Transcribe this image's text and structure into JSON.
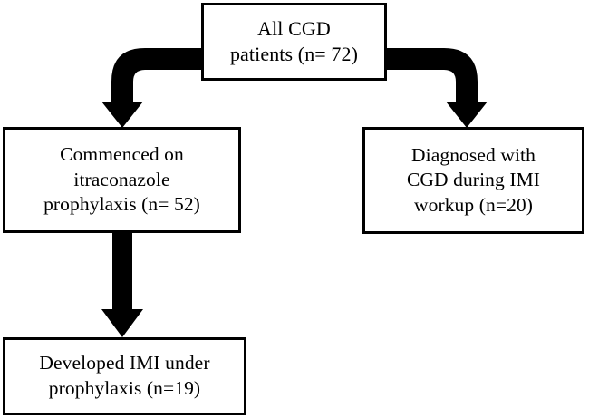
{
  "figure": {
    "type": "flowchart",
    "orientation": "top-down",
    "colors": {
      "node_border": "#000000",
      "node_fill": "#ffffff",
      "arrow": "#000000",
      "text": "#000000",
      "background": "#ffffff"
    },
    "nodes": [
      {
        "id": "all-cgd-patients",
        "label": "All CGD\npatients (n= 72)",
        "lines": [
          "All CGD",
          "patients (n= 72)"
        ],
        "count": 72,
        "position": "top-center"
      },
      {
        "id": "commenced-itraconazole-prophylaxis",
        "label": "Commenced on\nitraconazole\nprophylaxis (n= 52)",
        "lines": [
          "Commenced on",
          "itraconazole",
          "prophylaxis (n= 52)"
        ],
        "count": 52,
        "position": "middle-left"
      },
      {
        "id": "diagnosed-during-imi-workup",
        "label": "Diagnosed with\nCGD during IMI\nworkup (n=20)",
        "lines": [
          "Diagnosed with",
          "CGD during IMI",
          "workup (n=20)"
        ],
        "count": 20,
        "position": "middle-right"
      },
      {
        "id": "developed-imi-under-prophylaxis",
        "label": "Developed IMI under\nprophylaxis (n=19)",
        "lines": [
          "Developed IMI under",
          "prophylaxis (n=19)"
        ],
        "count": 19,
        "position": "bottom-left"
      }
    ],
    "edges": [
      {
        "id": "edge-top-to-left",
        "from": "all-cgd-patients",
        "to": "commenced-itraconazole-prophylaxis",
        "shape": "elbow-left-down",
        "arrowhead": "down"
      },
      {
        "id": "edge-top-to-right",
        "from": "all-cgd-patients",
        "to": "diagnosed-during-imi-workup",
        "shape": "elbow-right-down",
        "arrowhead": "down"
      },
      {
        "id": "edge-left-to-bottom",
        "from": "commenced-itraconazole-prophylaxis",
        "to": "developed-imi-under-prophylaxis",
        "shape": "straight-down",
        "arrowhead": "down"
      }
    ]
  }
}
